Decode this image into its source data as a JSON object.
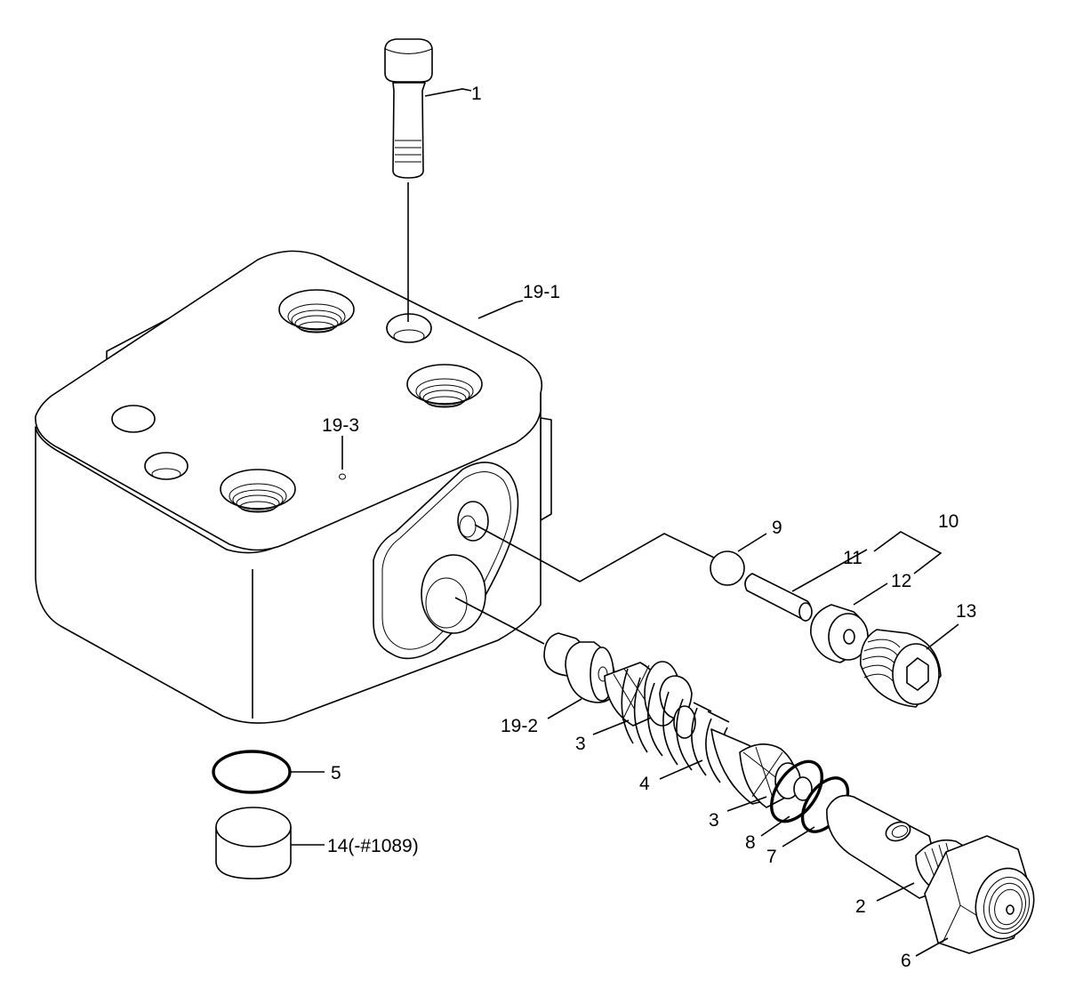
{
  "labels": {
    "bolt": "1",
    "housing": "19-1",
    "plug_small": "19-3",
    "ball": "9",
    "kit": "10",
    "pin": "11",
    "spacer": "12",
    "cap_plug": "13",
    "seat": "19-2",
    "poppet_upper": "3",
    "spring": "4",
    "poppet_lower": "3",
    "oring_large": "8",
    "oring_small": "7",
    "valve_body": "2",
    "nut": "6",
    "oring_bottom": "5",
    "cap": "14(-#1089)"
  }
}
